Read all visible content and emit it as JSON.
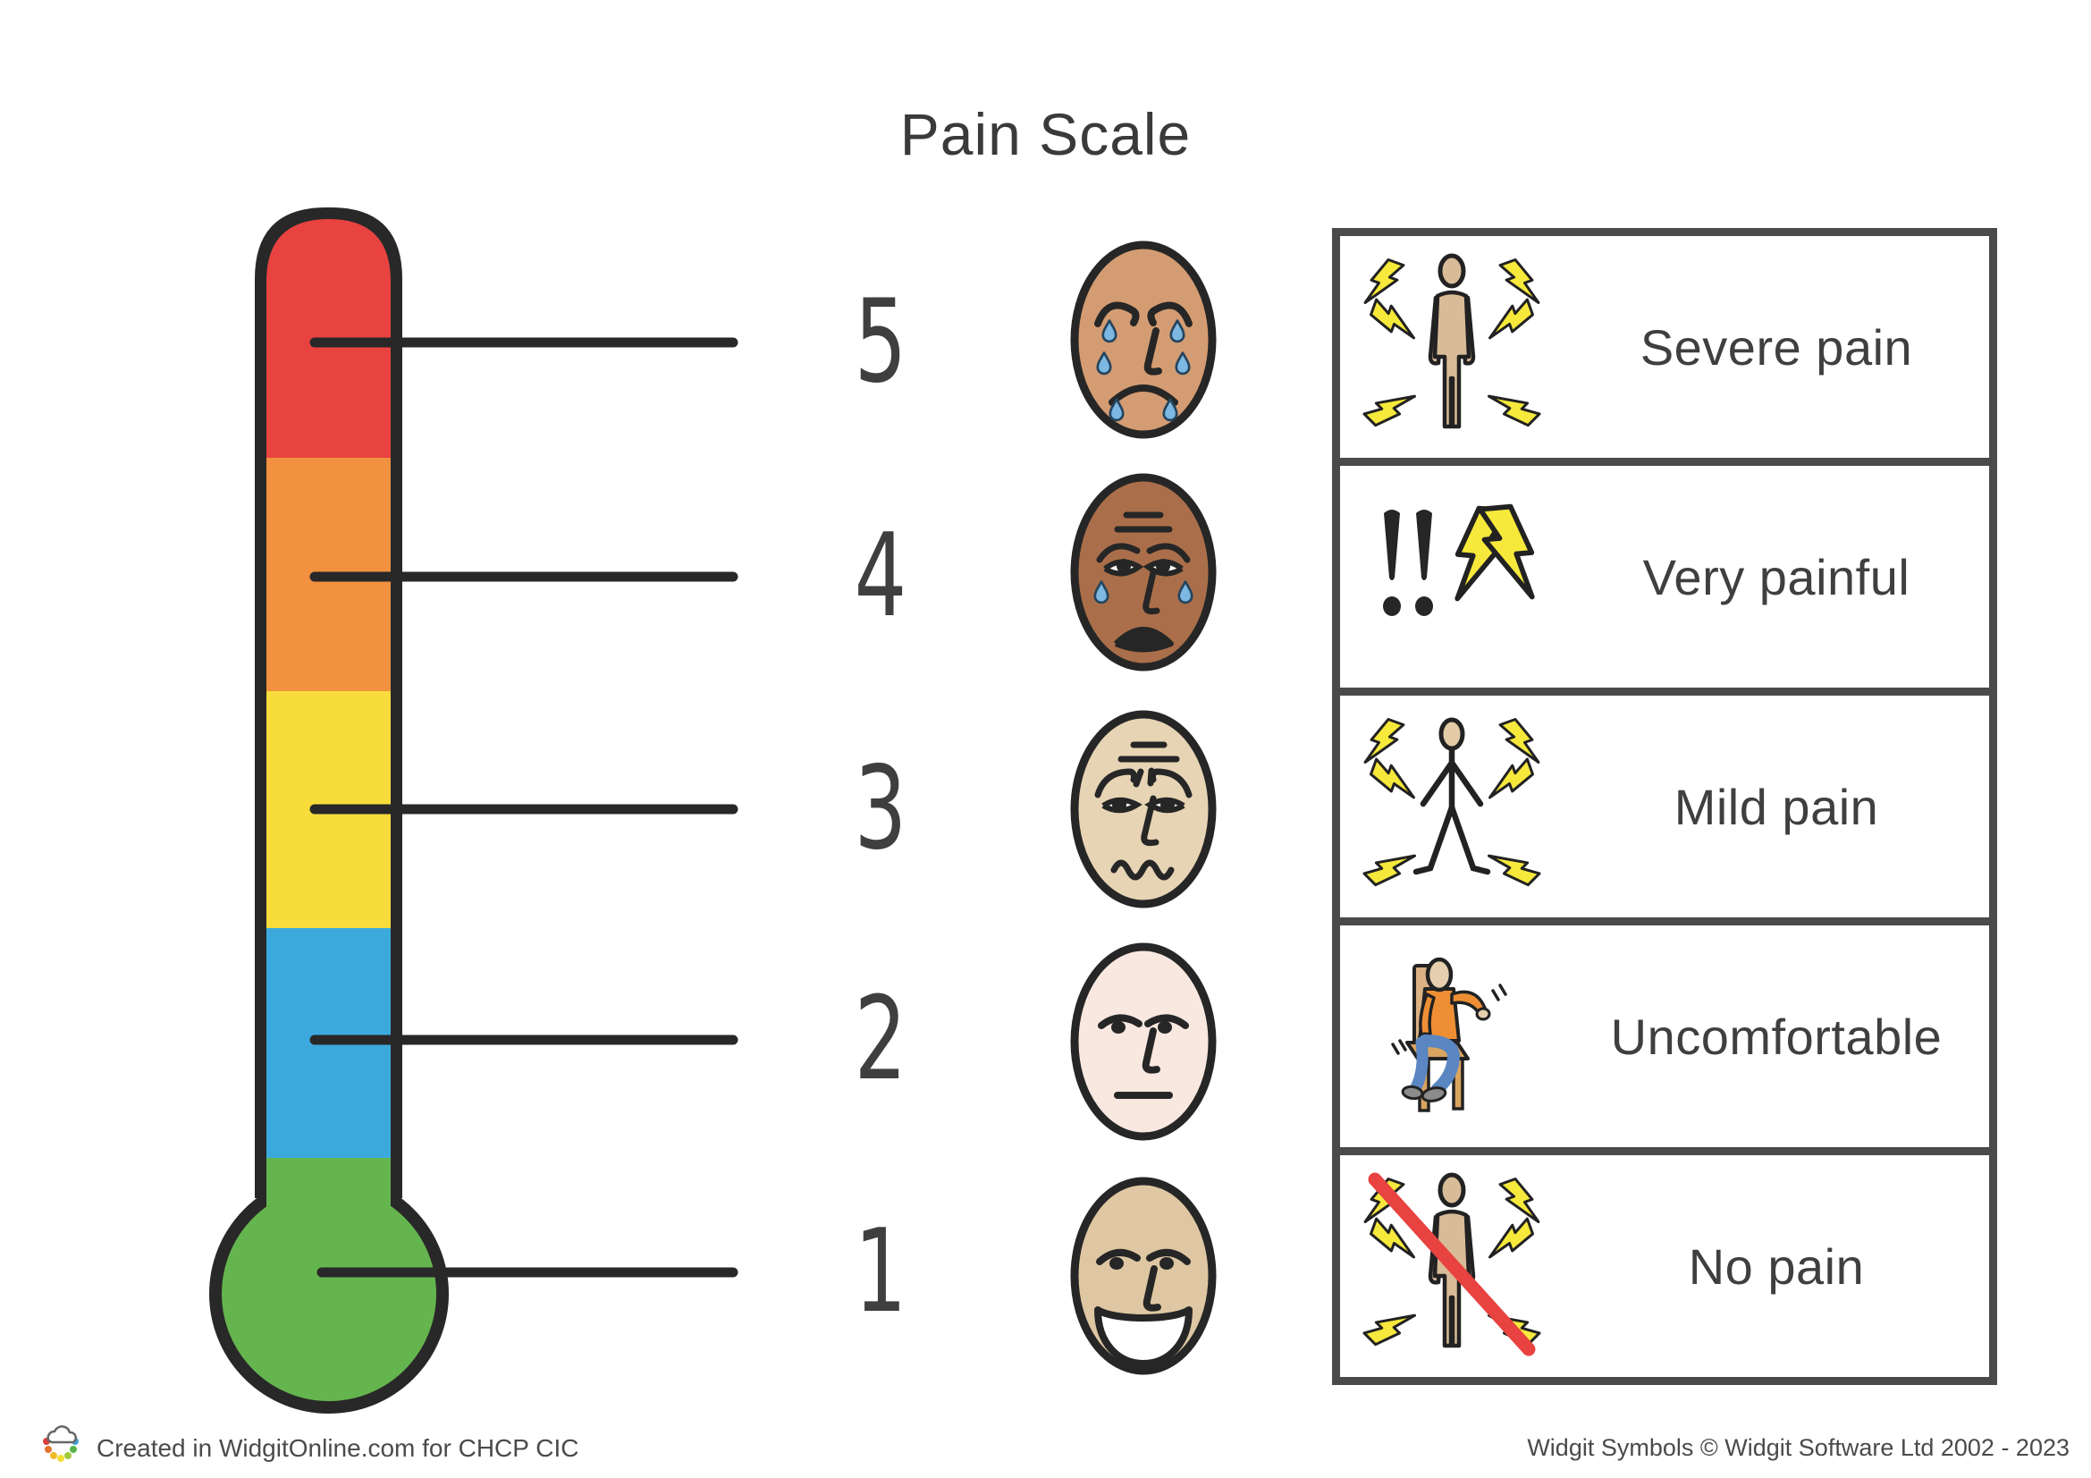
{
  "title": "Pain Scale",
  "levels": [
    {
      "value": "5",
      "label": "Severe pain",
      "face": "crying-face",
      "skin": "#d49c72"
    },
    {
      "value": "4",
      "label": "Very painful",
      "face": "tearful-face",
      "skin": "#aa6f4a"
    },
    {
      "value": "3",
      "label": "Mild pain",
      "face": "worried-face",
      "skin": "#e7d4b4"
    },
    {
      "value": "2",
      "label": "Uncomfortable",
      "face": "neutral-face",
      "skin": "#f8e8e0"
    },
    {
      "value": "1",
      "label": "No pain",
      "face": "smiling-face",
      "skin": "#dec7a2"
    }
  ],
  "thermometer": {
    "outline": "#282828",
    "segments": [
      {
        "level": "5",
        "color": "#e84340"
      },
      {
        "level": "4",
        "color": "#f29140"
      },
      {
        "level": "3",
        "color": "#f8dc3c"
      },
      {
        "level": "2",
        "color": "#3ca9dd"
      },
      {
        "level": "1",
        "color": "#65b54e"
      }
    ]
  },
  "icon_colors": {
    "lightning": "#f6e93c",
    "skin_tone": "#d8bb97",
    "no_pain_slash": "#e84340",
    "shirt_orange": "#ef8f35",
    "jeans_blue": "#5a86c2",
    "chair_wood": "#d9a45f"
  },
  "footer": {
    "left": "Created in WidgitOnline.com for CHCP CIC",
    "right": "Widgit Symbols © Widgit Software Ltd 2002 - 2023"
  }
}
